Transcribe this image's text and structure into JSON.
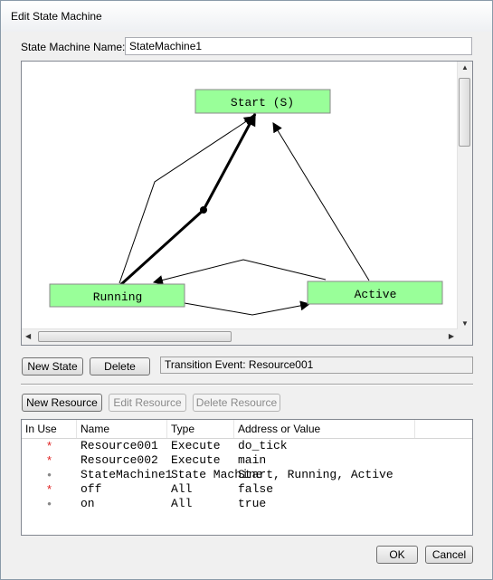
{
  "window": {
    "title": "Edit State Machine"
  },
  "form": {
    "name_label": "State Machine Name:",
    "name_value": "StateMachine1"
  },
  "states": [
    {
      "label": "Start (S)"
    },
    {
      "label": "Running"
    },
    {
      "label": "Active"
    }
  ],
  "buttons": {
    "new_state": "New State",
    "delete": "Delete",
    "new_resource": "New Resource",
    "edit_resource": "Edit Resource",
    "delete_resource": "Delete Resource",
    "ok": "OK",
    "cancel": "Cancel"
  },
  "transition_event": "Transition Event: Resource001",
  "table": {
    "columns": [
      "In Use",
      "Name",
      "Type",
      "Address or Value"
    ],
    "rows": [
      {
        "in_use": "*",
        "in_use_color": "#e02020",
        "name": "Resource001",
        "type": "Execute",
        "value": "do_tick"
      },
      {
        "in_use": "*",
        "in_use_color": "#e02020",
        "name": "Resource002",
        "type": "Execute",
        "value": "main"
      },
      {
        "in_use": "•",
        "in_use_color": "#888888",
        "name": "StateMachine1",
        "type": "State Machine",
        "value": "Start, Running, Active"
      },
      {
        "in_use": "*",
        "in_use_color": "#e02020",
        "name": "off",
        "type": "All",
        "value": "false"
      },
      {
        "in_use": "•",
        "in_use_color": "#888888",
        "name": "on",
        "type": "All",
        "value": "true"
      }
    ]
  },
  "colors": {
    "state_fill": "#99ff99",
    "in_use_marker": "#e02020"
  }
}
